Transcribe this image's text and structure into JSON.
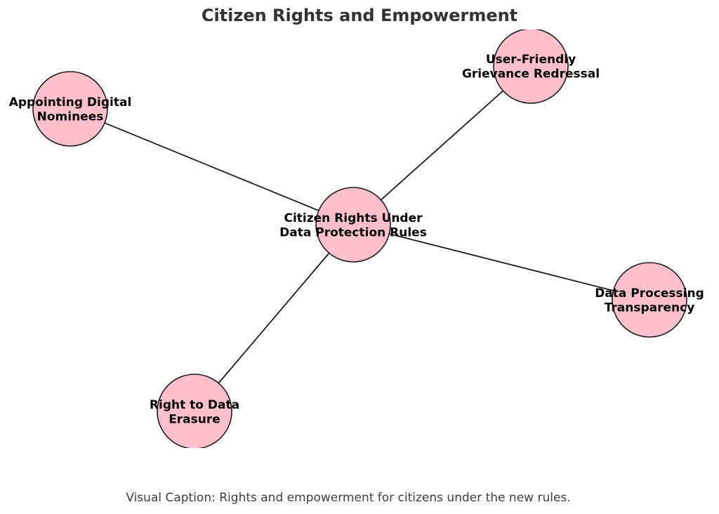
{
  "title": "Citizen Rights and Empowerment",
  "caption": "Visual Caption: Rights and empowerment for citizens under the new rules.",
  "colors": {
    "node_fill": "#ffc0cb",
    "node_stroke": "#1a1a1a",
    "edge": "#1a1a1a",
    "title": "#333333",
    "caption": "#404040"
  },
  "diagram": {
    "center": {
      "id": "center",
      "lines": [
        "Citizen Rights Under",
        "Data Protection Rules"
      ]
    },
    "nodes": [
      {
        "id": "grievance",
        "lines": [
          "User-Friendly",
          "Grievance Redressal"
        ]
      },
      {
        "id": "nominees",
        "lines": [
          "Appointing Digital",
          "Nominees"
        ]
      },
      {
        "id": "transparency",
        "lines": [
          "Data Processing",
          "Transparency"
        ]
      },
      {
        "id": "erasure",
        "lines": [
          "Right to Data",
          "Erasure"
        ]
      }
    ],
    "edges": [
      {
        "from": "center",
        "to": "grievance"
      },
      {
        "from": "center",
        "to": "nominees"
      },
      {
        "from": "center",
        "to": "transparency"
      },
      {
        "from": "center",
        "to": "erasure"
      }
    ]
  }
}
